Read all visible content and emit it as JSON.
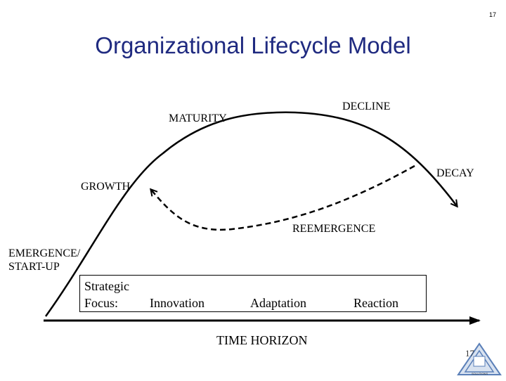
{
  "slide": {
    "page_number": "17",
    "title": "Organizational Lifecycle Model"
  },
  "stages": {
    "maturity": "MATURITY",
    "decline": "DECLINE",
    "decay": "DECAY",
    "growth": "GROWTH",
    "reemergence": "REEMERGENCE",
    "emergence_line1": "EMERGENCE/",
    "emergence_line2": "START-UP"
  },
  "focus": {
    "label_line1": "Strategic",
    "label_line2": "Focus:",
    "items": [
      "Innovation",
      "Adaptation",
      "Reaction"
    ]
  },
  "axis": {
    "label": "TIME HORIZON"
  },
  "logo": {
    "number": "17",
    "caption": "SOLUTIONS",
    "colors": {
      "frame": "#5a7fb8",
      "fill": "#d8e2f0"
    }
  },
  "colors": {
    "title": "#1f2a80",
    "lines": "#000000"
  }
}
